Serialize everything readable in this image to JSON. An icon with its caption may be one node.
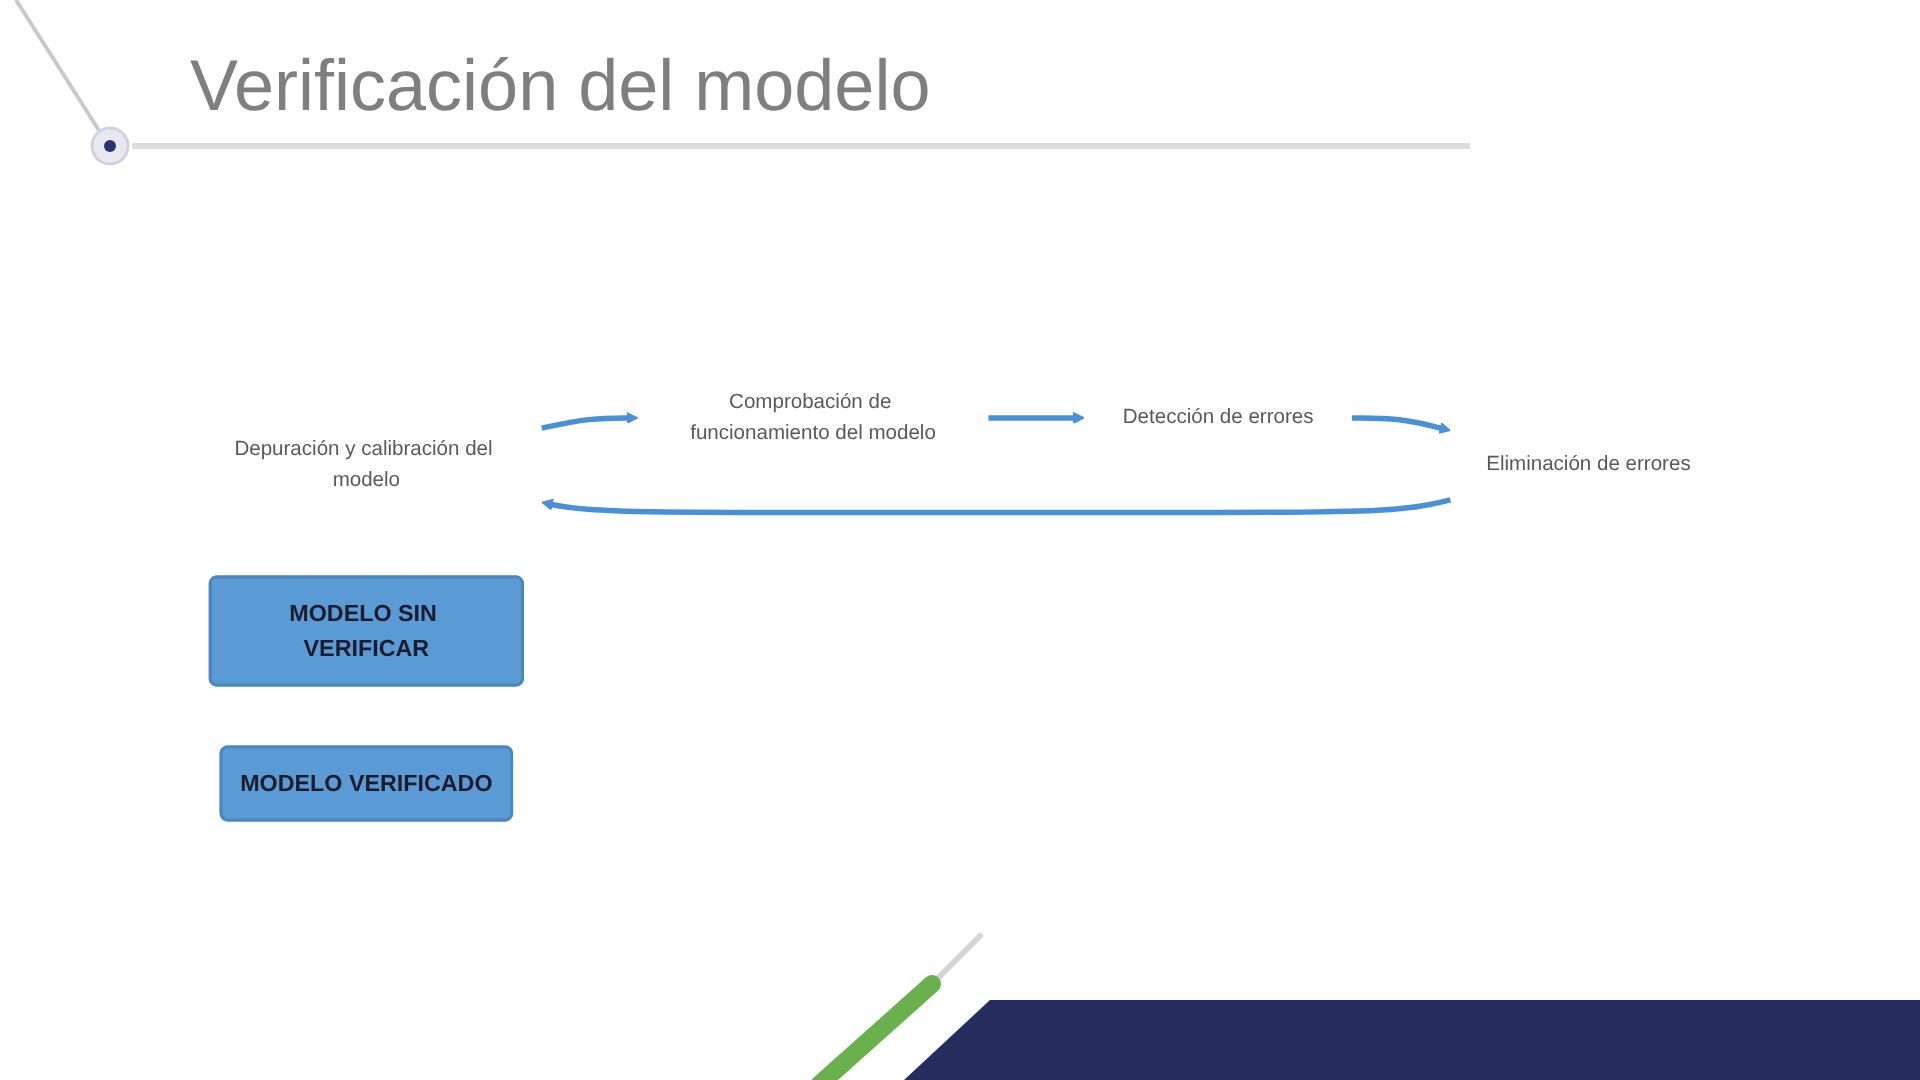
{
  "diagram": {
    "title": "Verificación del modelo",
    "nodes": [
      {
        "text": [
          "Depuración y calibración del modelo"
        ]
      },
      {
        "text": [
          "Comprobación de funcionamiento del modelo"
        ]
      },
      {
        "text": [
          "MODELO SIN VERIFICAR"
        ]
      },
      {
        "text": [
          "MODELO VERIFICADO"
        ]
      },
      {
        "text": [
          "Eliminación de errores"
        ]
      },
      {
        "text": [
          "Detección de errores"
        ]
      }
    ],
    "edges": [
      {
        "from": 0,
        "to": 1,
        "arrow": "to"
      },
      {
        "from": 1,
        "to": 5,
        "arrow": "to"
      },
      {
        "from": 5,
        "to": 4,
        "arrow": "to"
      },
      {
        "from": 4,
        "to": 0,
        "arrow": "to"
      }
    ]
  }
}
